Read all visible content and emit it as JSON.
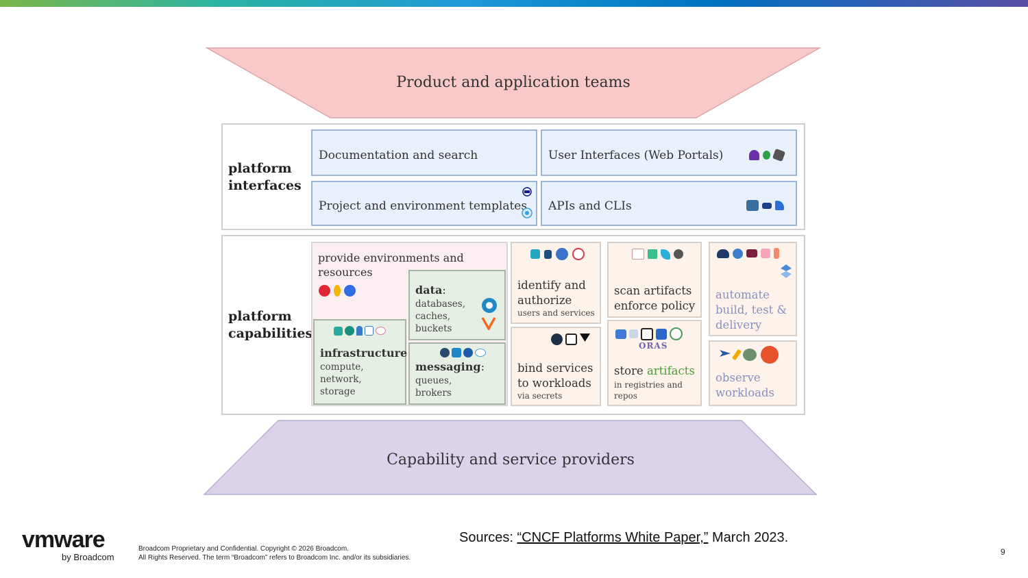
{
  "diagram": {
    "top_banner": "Product and application teams",
    "bottom_banner": "Capability and service providers",
    "interfaces": {
      "label_line1": "platform",
      "label_line2": "interfaces",
      "docs": "Documentation and search",
      "ui": "User Interfaces (Web Portals)",
      "templates": "Project and environment templates",
      "apis": "APIs and CLIs"
    },
    "capabilities": {
      "label_line1": "platform",
      "label_line2": "capabilities",
      "provide_env": "provide environments and resources",
      "data_title": "data",
      "data_colon": ":",
      "data_desc_1": "databases,",
      "data_desc_2": "caches,",
      "data_desc_3": "buckets",
      "infra_title": "infrastructure",
      "infra_colon": ":",
      "infra_desc_1": "compute,",
      "infra_desc_2": "network,",
      "infra_desc_3": "storage",
      "msg_title": "messaging",
      "msg_colon": ":",
      "msg_desc_1": "queues,",
      "msg_desc_2": "brokers",
      "identify_1": "identify and",
      "identify_2": "authorize",
      "identify_sub": "users and services",
      "bind_1": "bind services",
      "bind_2": "to workloads",
      "bind_sub": "via secrets",
      "scan_1": "scan artifacts",
      "scan_2": "enforce policy",
      "store_prefix": "store ",
      "store_word": "artifacts",
      "store_sub_1": "in registries and",
      "store_sub_2": "repos",
      "oras": "ORAS",
      "automate_1": "automate",
      "automate_2": "build, test &",
      "automate_3": "delivery",
      "observe_1": "observe",
      "observe_2": "workloads"
    }
  },
  "footer": {
    "sources_prefix": "Sources: ",
    "sources_link": "“CNCF Platforms White Paper,”",
    "sources_suffix": " March 2023.",
    "logo_word": "vmware",
    "logo_sub": "by Broadcom",
    "copyright_1": "Broadcom Proprietary and Confidential. Copyright © 2026 Broadcom.",
    "copyright_2": "All Rights Reserved. The term “Broadcom” refers to Broadcom Inc. and/or its subsidiaries.",
    "page_number": "9"
  },
  "icons": [
    "helm-icon",
    "backstage-icon",
    "kubernetes-icon",
    "vault-icon",
    "prometheus-icon",
    "opentelemetry-icon",
    "argo-icon",
    "crossplane-icon"
  ],
  "colors": {
    "top_banner": "#f9c9c9",
    "bottom_banner": "#dcd3ea",
    "interface_box": "#e8f0fb",
    "green_box": "#e6efe4",
    "peach_box": "#fdf3ea",
    "accent_green": "#4f9a3a",
    "accent_blue_text": "#8a8fc0"
  }
}
